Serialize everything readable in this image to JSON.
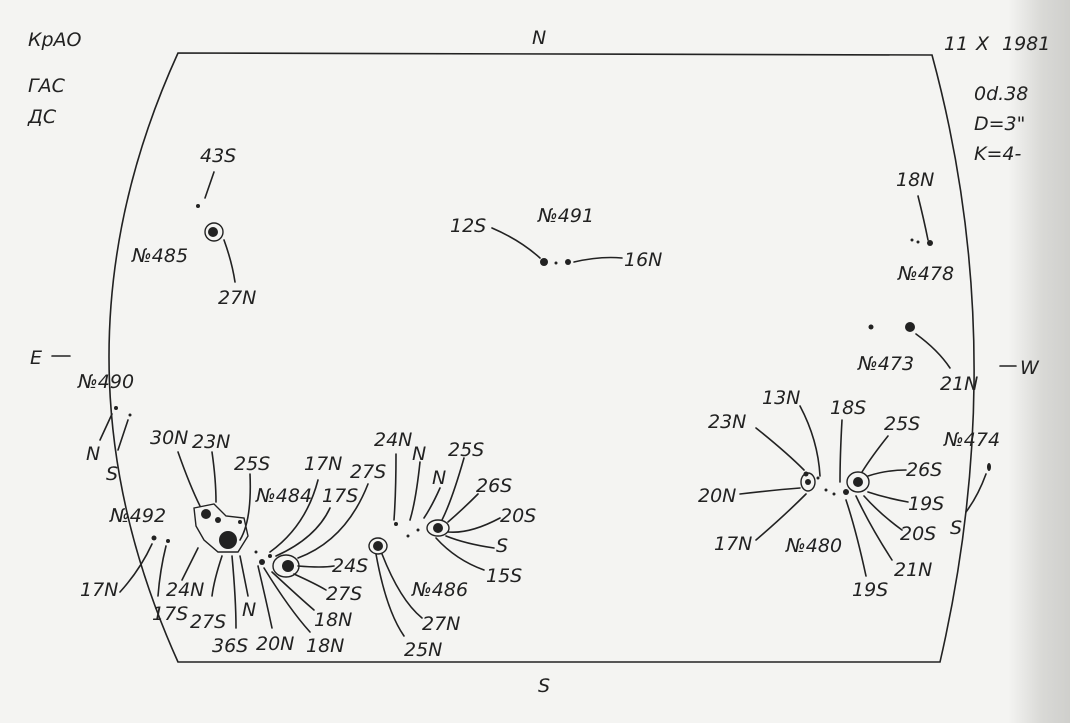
{
  "header": {
    "observatory": "КрАО",
    "instrument_1": "ГАС",
    "instrument_2": "ДС",
    "date_day": "11",
    "date_month": "X",
    "date_year": "1981",
    "time": "0d.38",
    "diameter": "D=3\"",
    "k_index": "K=4-"
  },
  "compass": {
    "north": "N",
    "south": "S",
    "east": "E",
    "west": "W"
  },
  "groups": [
    {
      "number": "№485",
      "labels": [
        "43S",
        "27N"
      ]
    },
    {
      "number": "№491",
      "labels": [
        "12S",
        "16N"
      ]
    },
    {
      "number": "№478",
      "labels": [
        "18N"
      ]
    },
    {
      "number": "№473",
      "labels": [
        "21N"
      ]
    },
    {
      "number": "№490",
      "labels": [
        "N",
        "S"
      ]
    },
    {
      "number": "№492",
      "labels": [
        "17N",
        "17S"
      ]
    },
    {
      "number": "№484",
      "labels": [
        "30N",
        "23N",
        "25S",
        "17N",
        "17S",
        "27S",
        "24N",
        "27S",
        "36S",
        "N",
        "20N",
        "18N",
        "18N",
        "24S",
        "27S"
      ]
    },
    {
      "number": "№486",
      "labels": [
        "24N",
        "N",
        "N",
        "25S",
        "26S",
        "20S",
        "S",
        "15S",
        "27N",
        "25N"
      ]
    },
    {
      "number": "№480",
      "labels": [
        "23N",
        "13N",
        "18S",
        "25S",
        "26S",
        "19S",
        "20S",
        "21N",
        "19S",
        "20N",
        "17N"
      ]
    },
    {
      "number": "№474",
      "labels": [
        "S"
      ]
    }
  ]
}
